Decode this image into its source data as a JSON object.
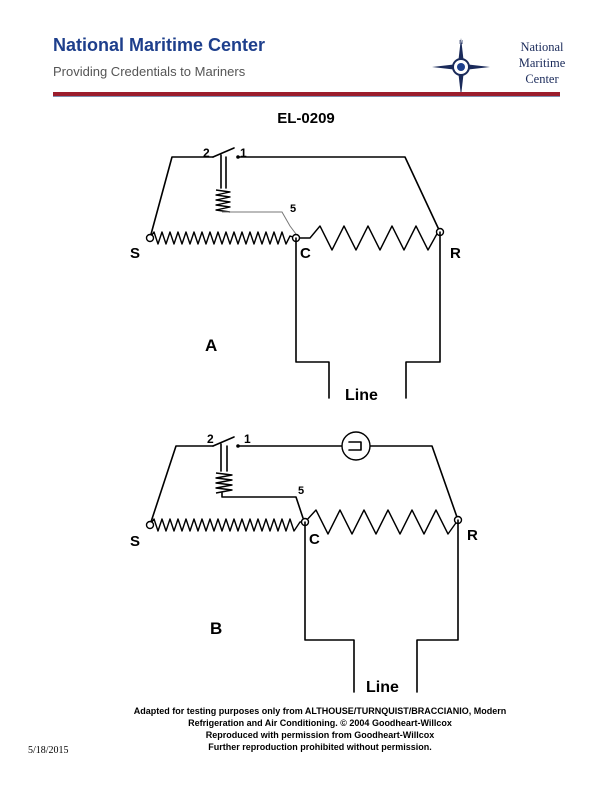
{
  "header": {
    "title": "National Maritime Center",
    "subtitle": "Providing Credentials to Mariners",
    "logo_text": [
      "National",
      "Maritime",
      "Center"
    ],
    "accent_color": "#9b1c2c",
    "brand_color": "#1e3f8c"
  },
  "document": {
    "code": "EL-0209"
  },
  "diagram_a": {
    "label": "A",
    "terminal_labels": {
      "start": "S",
      "common": "C",
      "run": "R"
    },
    "contact_labels": {
      "two": "2",
      "one": "1",
      "five": "5"
    },
    "line_label": "Line"
  },
  "diagram_b": {
    "label": "B",
    "terminal_labels": {
      "start": "S",
      "common": "C",
      "run": "R"
    },
    "contact_labels": {
      "two": "2",
      "one": "1",
      "five": "5"
    },
    "line_label": "Line"
  },
  "footer": {
    "lines": [
      "Adapted for testing purposes only from ALTHOUSE/TURNQUIST/BRACCIANIO, Modern",
      "Refrigeration and Air Conditioning. © 2004 Goodheart-Willcox",
      "Reproduced with permission from Goodheart-Willcox",
      "Further reproduction prohibited without permission."
    ],
    "date": "5/18/2015"
  }
}
